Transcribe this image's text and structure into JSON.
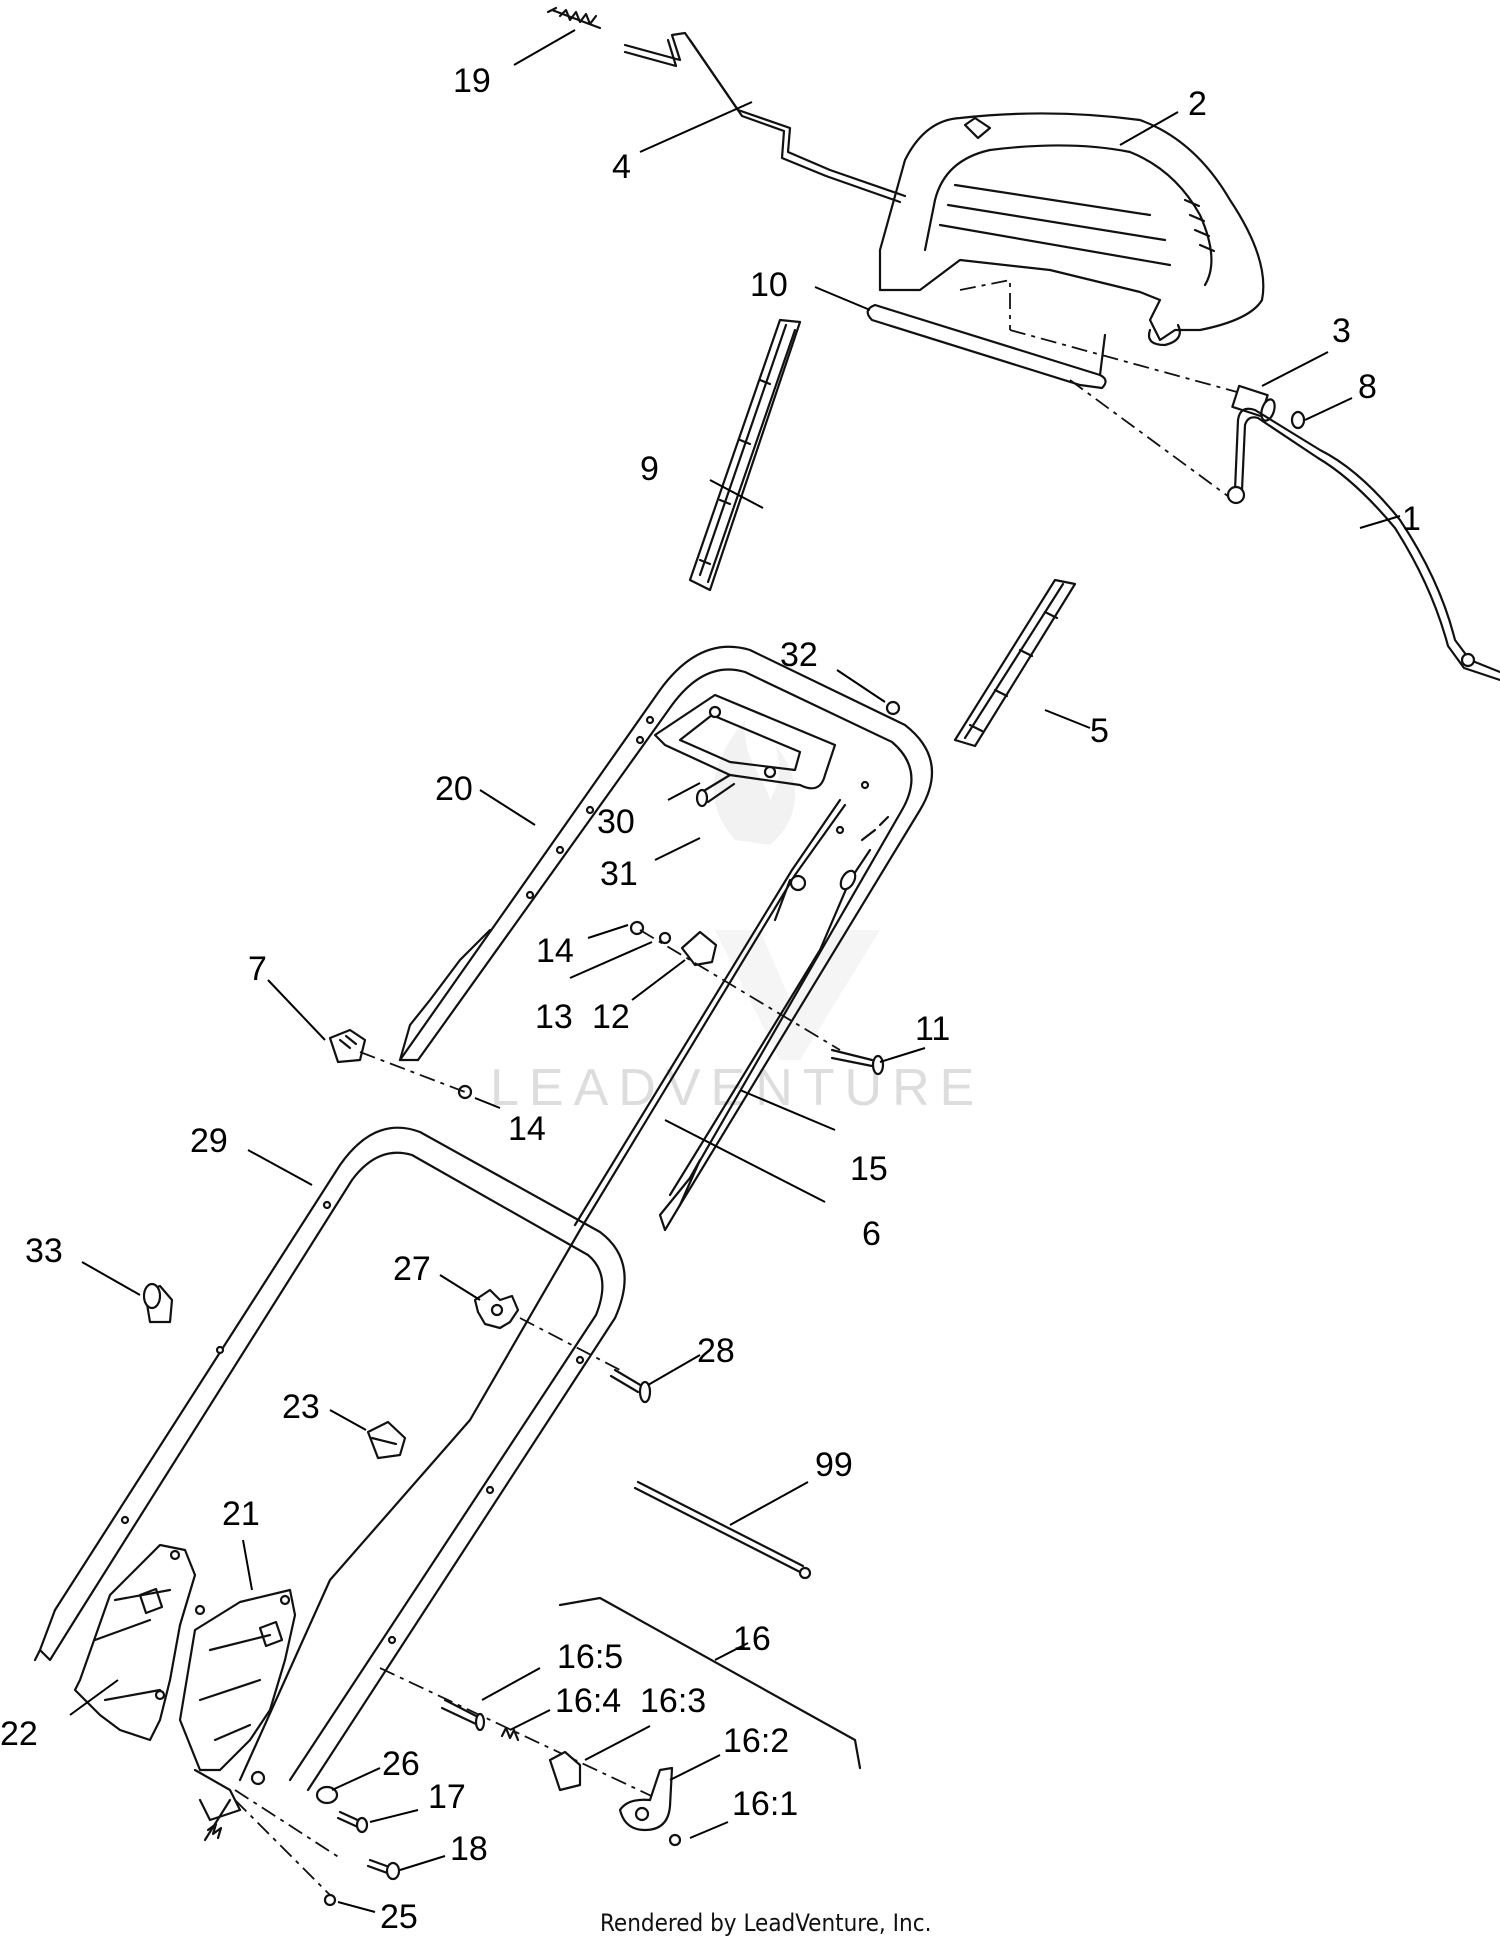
{
  "callouts": [
    {
      "id": "c19",
      "text": "19"
    },
    {
      "id": "c4",
      "text": "4"
    },
    {
      "id": "c2",
      "text": "2"
    },
    {
      "id": "c10",
      "text": "10"
    },
    {
      "id": "c3",
      "text": "3"
    },
    {
      "id": "c8",
      "text": "8"
    },
    {
      "id": "c9",
      "text": "9"
    },
    {
      "id": "c1",
      "text": "1"
    },
    {
      "id": "c32",
      "text": "32"
    },
    {
      "id": "c5",
      "text": "5"
    },
    {
      "id": "c20",
      "text": "20"
    },
    {
      "id": "c30",
      "text": "30"
    },
    {
      "id": "c31",
      "text": "31"
    },
    {
      "id": "c14a",
      "text": "14"
    },
    {
      "id": "c13",
      "text": "13"
    },
    {
      "id": "c12",
      "text": "12"
    },
    {
      "id": "c7",
      "text": "7"
    },
    {
      "id": "c11",
      "text": "11"
    },
    {
      "id": "c14b",
      "text": "14"
    },
    {
      "id": "c15",
      "text": "15"
    },
    {
      "id": "c29",
      "text": "29"
    },
    {
      "id": "c6",
      "text": "6"
    },
    {
      "id": "c33",
      "text": "33"
    },
    {
      "id": "c27",
      "text": "27"
    },
    {
      "id": "c28",
      "text": "28"
    },
    {
      "id": "c23",
      "text": "23"
    },
    {
      "id": "c99",
      "text": "99"
    },
    {
      "id": "c21",
      "text": "21"
    },
    {
      "id": "c16",
      "text": "16"
    },
    {
      "id": "c16_5",
      "text": "16:5"
    },
    {
      "id": "c16_4",
      "text": "16:4"
    },
    {
      "id": "c16_3",
      "text": "16:3"
    },
    {
      "id": "c22",
      "text": "22"
    },
    {
      "id": "c16_2",
      "text": "16:2"
    },
    {
      "id": "c26",
      "text": "26"
    },
    {
      "id": "c17",
      "text": "17"
    },
    {
      "id": "c16_1",
      "text": "16:1"
    },
    {
      "id": "c18",
      "text": "18"
    },
    {
      "id": "c25",
      "text": "25"
    }
  ],
  "watermark": "LEADVENTURE",
  "footer": "Rendered by LeadVenture, Inc."
}
